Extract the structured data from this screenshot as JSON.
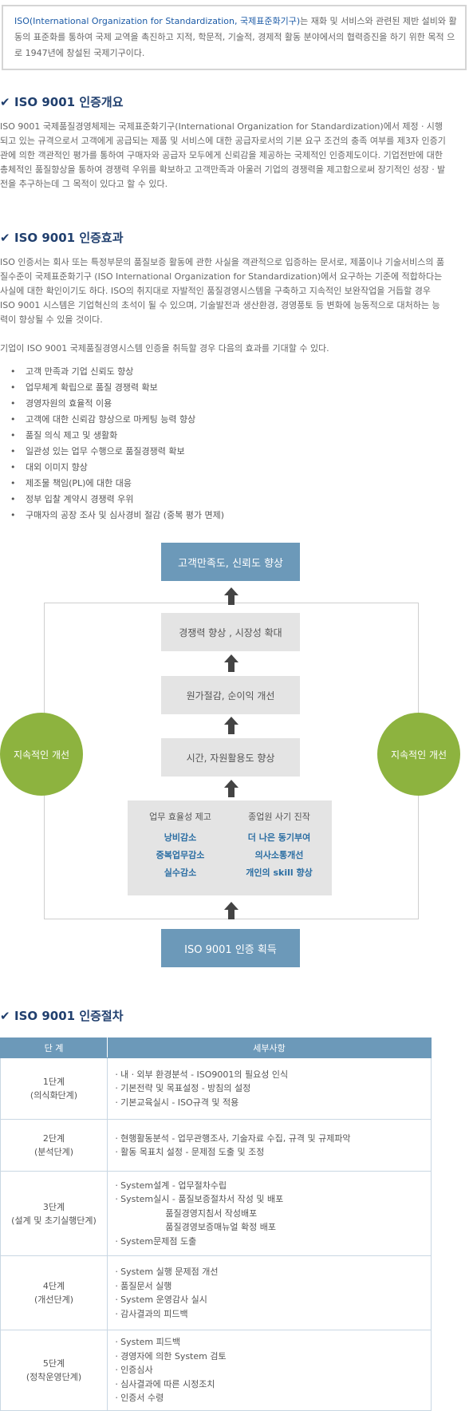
{
  "intro": {
    "highlight": "ISO(International Organization for Standardization, 국제표준화기구)",
    "rest": "는 재화 및 서비스와 관련된 제반 설비와 활동의 표준화를 통하여 국제 교역을 촉진하고 지적, 학문적, 기술적, 경제적 활동 분야에서의 협력증진을 하기 위한 목적 으로 1947년에 창설된 국제기구이다."
  },
  "check_icon": "check-icon",
  "overview": {
    "title": "ISO 9001 인증개요",
    "text": "ISO 9001 국제품질경영체제는 국제표준화기구(International Organization for Standardization)에서 제정ㆍ시행되고 있는 규격으로서 고객에게 공급되는 제품 및 서비스에 대한 공급자로서의 기본 요구 조건의 충족 여부를 제3자 인증기관에 의한 객관적인 평가를 통하여 구매자와 공급자 모두에게 신뢰감을 제공하는 국제적인 인증제도이다. 기업전반에 대한 총체적인 품질향상을 통하여 경쟁력 우위를 확보하고 고객만족과 아울러 기업의 경쟁력을 제고함으로써 장기적인 성장ㆍ발전을 추구하는데 그 목적이 있다고 할 수 있다."
  },
  "effects": {
    "title": "ISO 9001 인증효과",
    "text": "ISO 인증서는 회사 또는 특정부문의 품질보증 활동에 관한 사실을 객관적으로 입증하는 문서로, 제품이나 기술서비스의 품질수준이 국제표준화기구 (ISO International Organization for Standardization)에서 요구하는 기준에 적합하다는 사실에 대한 확인이기도 하다. ISO의 취지대로 자발적인 품질경영시스템을 구축하고 지속적인 보완작업을 거듭할 경우 ISO 9001 시스템은 기업혁신의 초석이 될 수 있으며, 기술발전과 생산환경, 경영풍토 등 변화에 능동적으로 대처하는 능력이 향상될 수 있을 것이다.",
    "lead": "기업이 ISO 9001 국제품질경영시스템 인증을 취득할 경우 다음의 효과를 기대할 수 있다.",
    "bullet": "•",
    "items": [
      "고객 만족과 기업 신뢰도 향상",
      "업무체계 확립으로 품질 경쟁력 확보",
      "경영자원의 효율적 이용",
      "고객에 대한 신뢰감 향상으로 마케팅 능력 향상",
      "품질 의식 제고 및 생활화",
      "일관성 있는 업무 수행으로 품질경쟁력 확보",
      "대외 이미지 향상",
      "제조물 책임(PL)에 대한 대응",
      "정부 입찰 계약시 경쟁력 우위",
      "구매자의 공장 조사 및 심사경비 절감 (중복 평가 면제)"
    ]
  },
  "diagram": {
    "top": "고객만족도, 신뢰도 향상",
    "level3": "경쟁력 향상 , 시장성 확대",
    "level2": "원가절감, 순이익 개선",
    "level1": "시간, 자원활용도 향상",
    "left_col": {
      "head": "업무 효율성 제고",
      "items": [
        "낭비감소",
        "중복업무감소",
        "실수감소"
      ]
    },
    "right_col": {
      "head": "종업원 사기 진작",
      "items": [
        "더 나은 동기부여",
        "의사소통개선",
        "개인의 skill 향상"
      ]
    },
    "bottom": "ISO 9001 인증 획득",
    "left_circle": "지속적인 개선",
    "right_circle": "지속적인 개선",
    "arrow_icon": "up-arrow-icon"
  },
  "procedure": {
    "title": "ISO 9001 인증절차",
    "headers": [
      "단 계",
      "세부사항"
    ],
    "rows": [
      {
        "stage": [
          "1단계",
          "(의식화단계)"
        ],
        "details": [
          "ㆍ내ㆍ외부 환경분석 - ISO9001의 필요성 인식",
          "ㆍ기본전략 및 목표설정 - 방침의 설정",
          "ㆍ기본교육실시 - ISO규격 및 적용"
        ]
      },
      {
        "stage": [
          "2단계",
          "(분석단계)"
        ],
        "details": [
          "ㆍ현행활동분석 - 업무관행조사, 기술자료 수집, 규격 및 규제파악",
          "ㆍ활동 목표치 설정 - 문제점 도출 및 조정"
        ]
      },
      {
        "stage": [
          "3단계",
          "(설계 및 초기실행단계)"
        ],
        "details": [
          "ㆍSystem설계 - 업무절차수립",
          "ㆍSystem실시 - 품질보증절차서 작성 및 배포",
          "                   품질경영지침서 작성배포",
          "                   품질경영보증매뉴얼 확정 배포",
          "ㆍSystem문제점 도출"
        ]
      },
      {
        "stage": [
          "4단계",
          "(개선단계)"
        ],
        "details": [
          "ㆍSystem 실행 문제점 개선",
          "ㆍ품질문서 실행",
          "ㆍSystem 운영감사 실시",
          "ㆍ감사결과의 피드백"
        ]
      },
      {
        "stage": [
          "5단계",
          "(정착운영단계)"
        ],
        "details": [
          "ㆍSystem 피드백",
          "ㆍ경영자에 의한 System 검토",
          "ㆍ인증심사",
          "ㆍ심사결과에 따른 시정조치",
          "ㆍ인증서 수령"
        ]
      }
    ]
  }
}
